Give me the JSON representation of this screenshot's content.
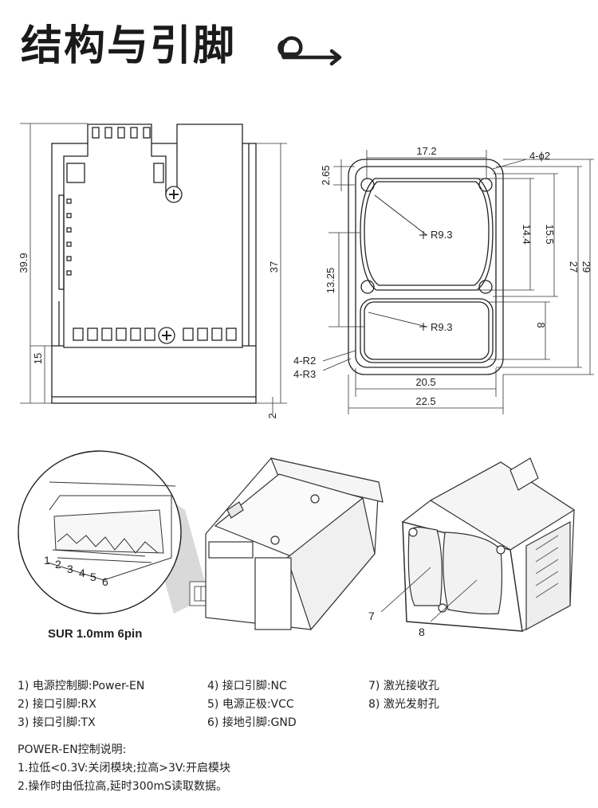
{
  "title": "结构与引脚",
  "icon": "curved-arrow-icon",
  "side_view": {
    "dims": {
      "total_height": "39.9",
      "body_height": "37",
      "base_height": "15",
      "bottom_gap": "2"
    }
  },
  "front_view": {
    "dims": {
      "top_width": "17.2",
      "holes": "4-ϕ2",
      "top_margin": "2.65",
      "upper_window_height": "14.4",
      "upper_frame_height": "15.5",
      "inner_height": "27",
      "outer_height": "29",
      "window_spacing": "13.25",
      "lower_window_height": "8",
      "upper_radius": "R9.3",
      "lower_radius": "R9.3",
      "corner_r2": "4-R2",
      "corner_r3": "4-R3",
      "inner_width": "20.5",
      "outer_width": "22.5"
    }
  },
  "connector": {
    "caption": "SUR 1.0mm  6pin",
    "pins": [
      "1",
      "2",
      "3",
      "4",
      "5",
      "6"
    ]
  },
  "callouts": {
    "rx_window": "7",
    "tx_window": "8"
  },
  "pin_list": {
    "col1": [
      "1) 电源控制脚:Power-EN",
      "2) 接口引脚:RX",
      "3) 接口引脚:TX"
    ],
    "col2": [
      "4) 接口引脚:NC",
      "5) 电源正极:VCC",
      "6) 接地引脚:GND"
    ],
    "col3": [
      "7) 激光接收孔",
      "8) 激光发射孔"
    ]
  },
  "description": {
    "heading": "POWER-EN控制说明:",
    "lines": [
      "1.拉低<0.3V:关闭模块;拉高>3V:开启模块",
      "2.操作时由低拉高,延时300mS读取数据。"
    ]
  }
}
